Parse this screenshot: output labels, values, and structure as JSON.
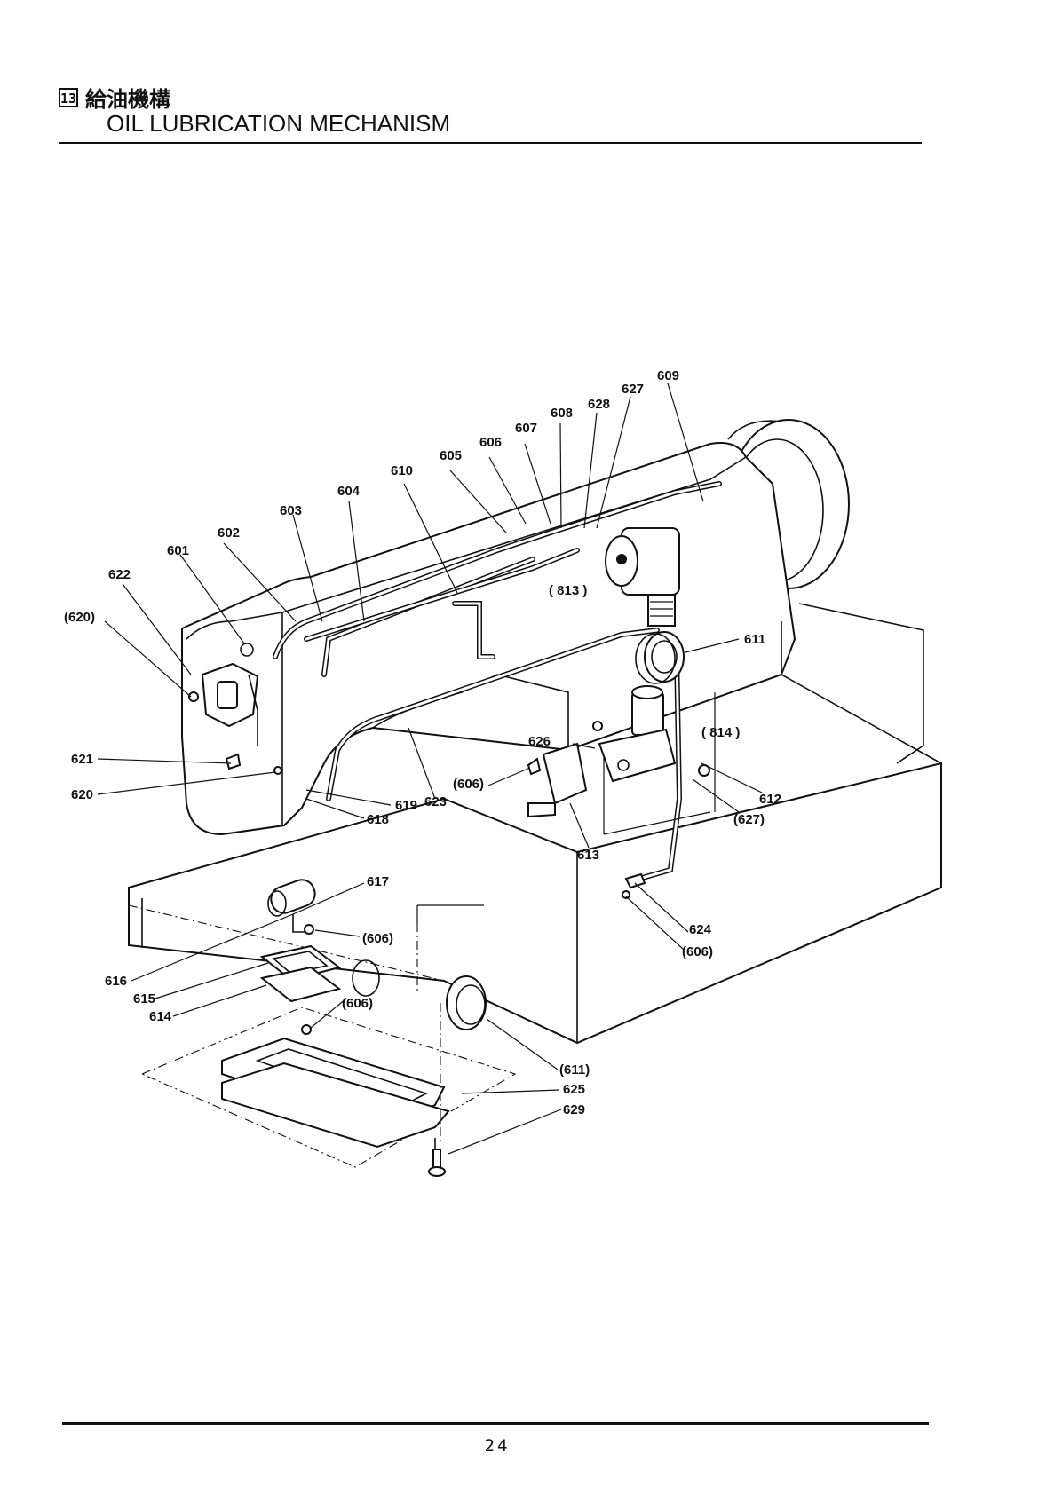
{
  "header": {
    "section_number": "13",
    "title_jp": "給油機構",
    "title_en": "OIL LUBRICATION MECHANISM"
  },
  "page_number": "24",
  "labels": [
    {
      "id": "l601",
      "text": "601"
    },
    {
      "id": "l602",
      "text": "602"
    },
    {
      "id": "l603",
      "text": "603"
    },
    {
      "id": "l604",
      "text": "604"
    },
    {
      "id": "l605",
      "text": "605"
    },
    {
      "id": "l606a",
      "text": "606"
    },
    {
      "id": "l607",
      "text": "607"
    },
    {
      "id": "l608",
      "text": "608"
    },
    {
      "id": "l628",
      "text": "628"
    },
    {
      "id": "l627",
      "text": "627"
    },
    {
      "id": "l609",
      "text": "609"
    },
    {
      "id": "l610",
      "text": "610"
    },
    {
      "id": "l622",
      "text": "622"
    },
    {
      "id": "l620p",
      "text": "(620)"
    },
    {
      "id": "l611",
      "text": "611"
    },
    {
      "id": "l813",
      "text": "( 813 )"
    },
    {
      "id": "l814",
      "text": "( 814 )"
    },
    {
      "id": "l626",
      "text": "626"
    },
    {
      "id": "l612",
      "text": "612"
    },
    {
      "id": "l627p",
      "text": "(627)"
    },
    {
      "id": "l621",
      "text": "621"
    },
    {
      "id": "l620",
      "text": "620"
    },
    {
      "id": "l619",
      "text": "619"
    },
    {
      "id": "l618",
      "text": "618"
    },
    {
      "id": "l623",
      "text": "623"
    },
    {
      "id": "l606p1",
      "text": "(606)"
    },
    {
      "id": "l613",
      "text": "613"
    },
    {
      "id": "l617",
      "text": "617"
    },
    {
      "id": "l606p2",
      "text": "(606)"
    },
    {
      "id": "l624",
      "text": "624"
    },
    {
      "id": "l606p3",
      "text": "(606)"
    },
    {
      "id": "l616",
      "text": "616"
    },
    {
      "id": "l615",
      "text": "615"
    },
    {
      "id": "l614",
      "text": "614"
    },
    {
      "id": "l606p4",
      "text": "(606)"
    },
    {
      "id": "l611p",
      "text": "(611)"
    },
    {
      "id": "l625",
      "text": "625"
    },
    {
      "id": "l629",
      "text": "629"
    }
  ]
}
